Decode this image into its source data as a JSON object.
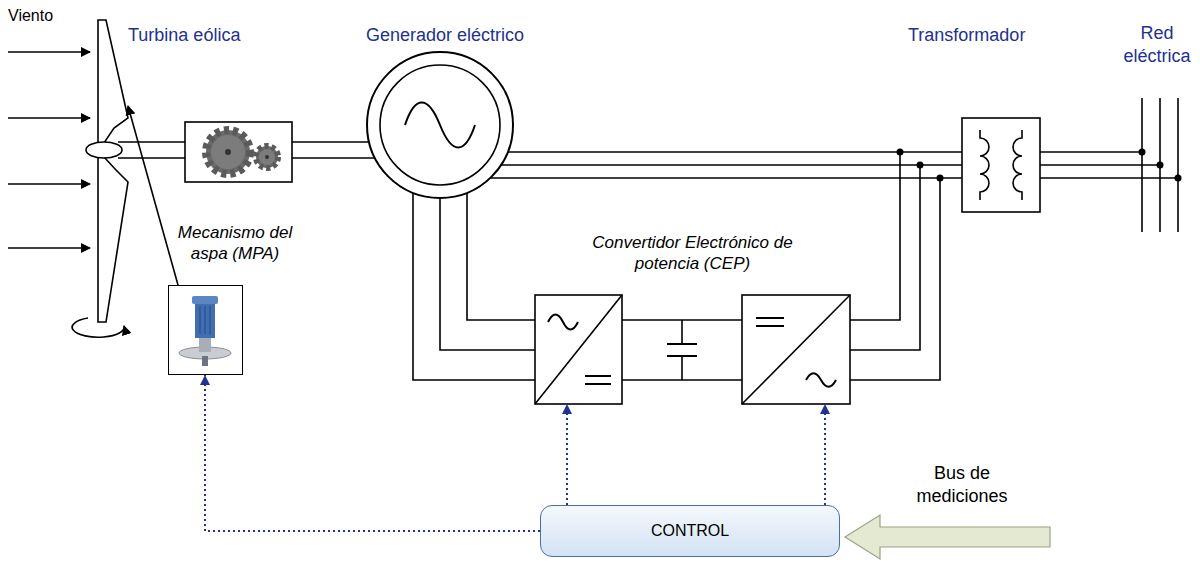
{
  "diagram": {
    "nodes": [
      {
        "text": [
          "Mecanismo del aspa (MPA)"
        ]
      },
      {
        "text": [
          "Convertidor Electrónico de potencia (CEP)"
        ]
      },
      {
        "text": [
          "CONTROL"
        ]
      }
    ],
    "edges": [
      {
        "from": 2,
        "to": 0,
        "arrow": "to"
      },
      {
        "from": 2,
        "to": 1,
        "arrow": "to"
      },
      {
        "from": 2,
        "to": 1,
        "arrow": "to"
      }
    ],
    "labels": [
      "Viento",
      "Turbina eólica",
      "Generador eléctrico",
      "Transformador",
      "Red eléctrica",
      "Bus de mediciones"
    ]
  }
}
